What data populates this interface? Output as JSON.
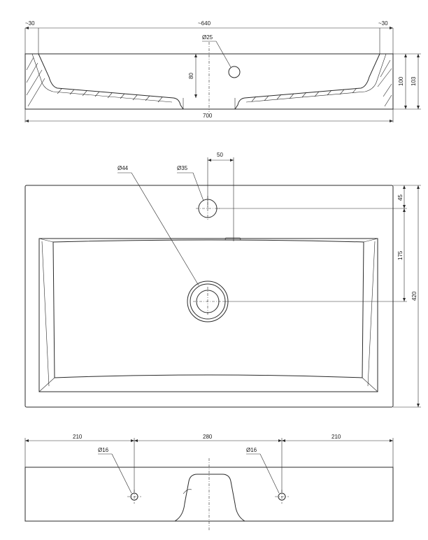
{
  "section_view": {
    "dim_left_rim": "~30",
    "dim_inner_width": "~640",
    "dim_right_rim": "~30",
    "dim_overflow_diameter": "Ø25",
    "dim_basin_depth": "80",
    "dim_height_inner": "100",
    "dim_height_outer": "103",
    "dim_total_width": "700"
  },
  "top_view": {
    "dim_tap_offset": "50",
    "dim_drain_diameter": "Ø44",
    "dim_tap_diameter": "Ø35",
    "dim_tap_from_edge": "45",
    "dim_drain_from_tap": "175",
    "dim_total_depth": "420"
  },
  "rear_view": {
    "dim_left": "210",
    "dim_middle": "280",
    "dim_right": "210",
    "dim_left_hole": "Ø16",
    "dim_right_hole": "Ø16"
  }
}
